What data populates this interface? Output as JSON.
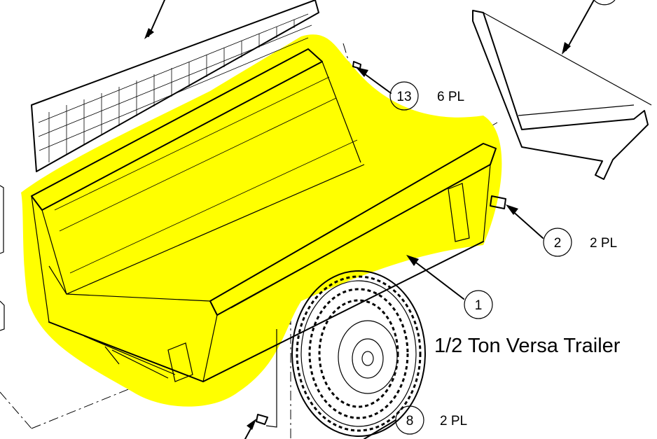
{
  "title": "1/2 Ton Versa Trailer",
  "callouts": [
    {
      "number": "13",
      "qty": "6 PL"
    },
    {
      "number": "2",
      "qty": "2 PL"
    },
    {
      "number": "1",
      "qty": ""
    },
    {
      "number": "8",
      "qty": "2 PL"
    }
  ],
  "colors": {
    "highlight": "#ffff00",
    "line": "#000000",
    "background": "#ffffff"
  }
}
